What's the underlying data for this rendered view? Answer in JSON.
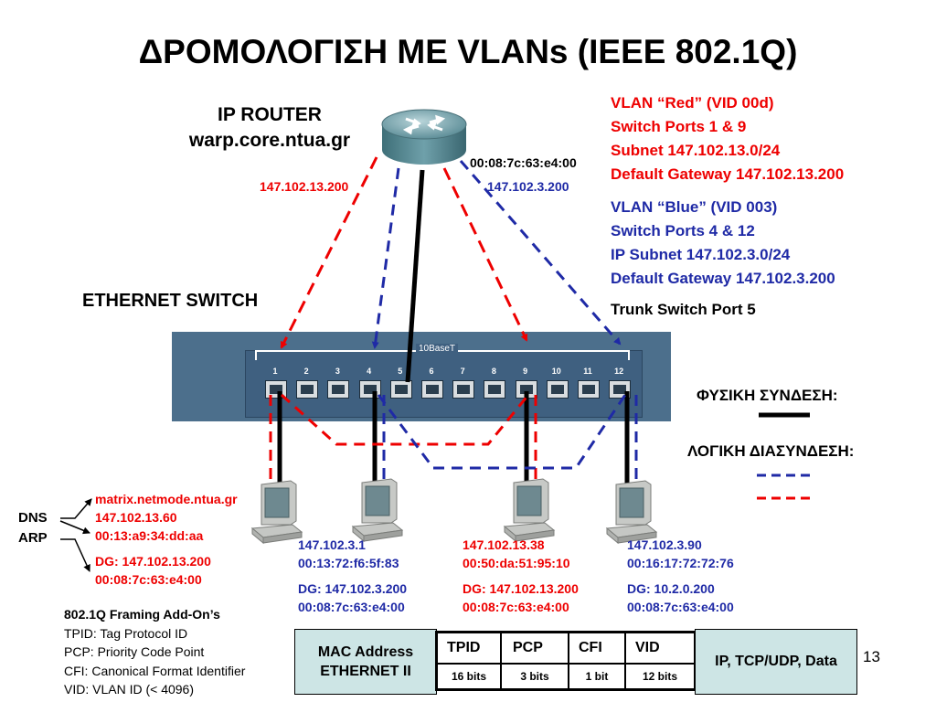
{
  "title": "ΔΡΟΜΟΛΟΓΙΣΗ ΜΕ VLANs (IEEE 802.1Q)",
  "router": {
    "label_line1": "IP ROUTER",
    "label_line2": "warp.core.ntua.gr",
    "mac": "00:08:7c:63:e4:00",
    "ip_red": "147.102.13.200",
    "ip_blue": "147.102.3.200"
  },
  "switch": {
    "label": "ETHERNET SWITCH",
    "bus_label": "10BaseT",
    "ports": [
      "1",
      "2",
      "3",
      "4",
      "5",
      "6",
      "7",
      "8",
      "9",
      "10",
      "11",
      "12"
    ]
  },
  "vlan_red": {
    "line1": "VLAN “Red” (VID 00d)",
    "line2": "Switch Ports 1 & 9",
    "line3": "Subnet 147.102.13.0/24",
    "line4": "Default Gateway 147.102.13.200",
    "color": "#ee0000"
  },
  "vlan_blue": {
    "line1": "VLAN “Blue” (VID 003)",
    "line2": "Switch Ports 4 & 12",
    "line3": "IP Subnet 147.102.3.0/24",
    "line4": "Default Gateway 147.102.3.200",
    "color": "#1f2aa6"
  },
  "trunk": "Trunk Switch Port 5",
  "legend": {
    "physical": "ΦΥΣΙΚΗ ΣΥΝΔΕΣΗ:",
    "logical": "ΛΟΓΙΚΗ ΔΙΑΣΥΝΔΕΣΗ:"
  },
  "side_labels": {
    "dns": "DNS",
    "arp": "ARP"
  },
  "hosts": [
    {
      "line1": "matrix.netmode.ntua.gr",
      "line2": "147.102.13.60",
      "line3": "00:13:a9:34:dd:aa",
      "line4": "DG: 147.102.13.200",
      "line5": "00:08:7c:63:e4:00",
      "color": "#ee0000"
    },
    {
      "line1": "147.102.3.1",
      "line2": "00:13:72:f6:5f:83",
      "line3": "DG: 147.102.3.200",
      "line4": "00:08:7c:63:e4:00",
      "color": "#1f2aa6"
    },
    {
      "line1": "147.102.13.38",
      "line2": "00:50:da:51:95:10",
      "line3": "DG: 147.102.13.200",
      "line4": "00:08:7c:63:e4:00",
      "color": "#ee0000"
    },
    {
      "line1": "147.102.3.90",
      "line2": "00:16:17:72:72:76",
      "line3": "DG: 10.2.0.200",
      "line4": "00:08:7c:63:e4:00",
      "color": "#1f2aa6"
    }
  ],
  "notes": {
    "heading": "802.1Q Framing Add-On’s",
    "l1": "TPID: Tag Protocol ID",
    "l2": "PCP: Priority Code Point",
    "l3": "CFI: Canonical Format Identifier",
    "l4": "VID: VLAN ID (< 4096)"
  },
  "frame": {
    "mac1": "MAC Address",
    "mac2": "ETHERNET II",
    "fields": [
      "TPID",
      "PCP",
      "CFI",
      "VID"
    ],
    "bits": [
      "16 bits",
      "3 bits",
      "1 bit",
      "12 bits"
    ],
    "payload": "IP, TCP/UDP, Data"
  },
  "page_number": "13"
}
